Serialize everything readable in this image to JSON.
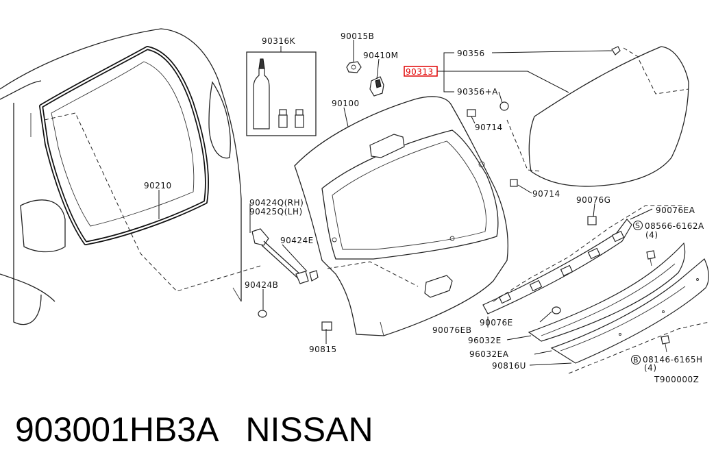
{
  "caption": {
    "part_number": "903001HB3A",
    "brand": "NISSAN"
  },
  "diagram": {
    "labels": {
      "l90316K": "90316K",
      "l90015B": "90015B",
      "l90410M": "90410M",
      "l90356": "90356",
      "l90313": "90313",
      "l90356A": "90356+A",
      "l90100": "90100",
      "l90714a": "90714",
      "l90714b": "90714",
      "l90210": "90210",
      "l90424Q": "90424Q(RH)",
      "l90425Q": "90425Q(LH)",
      "l90424E": "90424E",
      "l90424B": "90424B",
      "l90815": "90815",
      "l90076G": "90076G",
      "l90076EA": "90076EA",
      "l08566": "08566-6162A",
      "l08566qty": "(4)",
      "l90076EB": "90076EB",
      "l90076E": "90076E",
      "l96032E": "96032E",
      "l96032EA": "96032EA",
      "l90816U": "90816U",
      "l08146": "08146-6165H",
      "l08146qty": "(4)",
      "lT900": "T900000Z"
    },
    "circled": {
      "s": "S",
      "b": "B"
    },
    "highlight_color": "#e00000"
  }
}
